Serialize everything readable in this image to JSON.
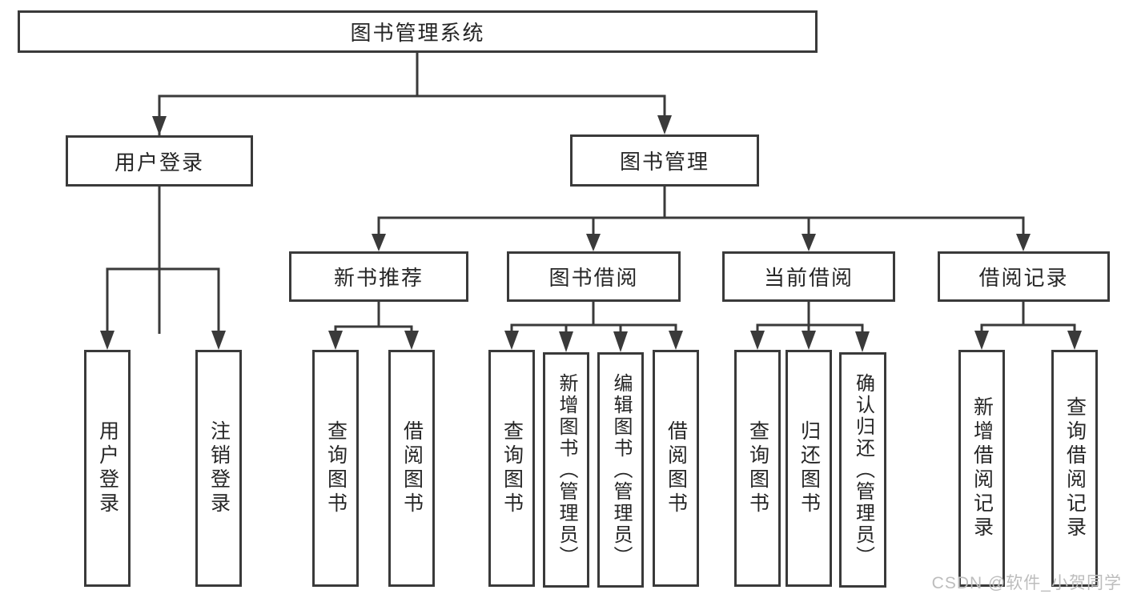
{
  "diagram_title": "图书管理系统",
  "nodes": {
    "root": "图书管理系统",
    "user_login": "用户登录",
    "book_mgmt": "图书管理",
    "login": "用户登录",
    "logout": "注销登录",
    "new_rec": "新书推荐",
    "borrow": "图书借阅",
    "current": "当前借阅",
    "record": "借阅记录",
    "nr_query": "查询图书",
    "nr_borrow": "借阅图书",
    "bw_query": "查询图书",
    "bw_add": "新增图书（管理员）",
    "bw_edit": "编辑图书（管理员）",
    "bw_borrow": "借阅图书",
    "cu_query": "查询图书",
    "cu_return": "归还图书",
    "cu_confirm": "确认归还（管理员）",
    "rc_add": "新增借阅记录",
    "rc_query": "查询借阅记录"
  },
  "hierarchy": {
    "图书管理系统": {
      "用户登录": [
        "用户登录",
        "注销登录"
      ],
      "图书管理": {
        "新书推荐": [
          "查询图书",
          "借阅图书"
        ],
        "图书借阅": [
          "查询图书",
          "新增图书（管理员）",
          "编辑图书（管理员）",
          "借阅图书"
        ],
        "当前借阅": [
          "查询图书",
          "归还图书",
          "确认归还（管理员）"
        ],
        "借阅记录": [
          "新增借阅记录",
          "查询借阅记录"
        ]
      }
    }
  },
  "watermark": "CSDN @软件_小贺同学",
  "colors": {
    "line": "#3a3a3a",
    "text": "#262626",
    "background": "#ffffff",
    "watermark": "#bdbdbd"
  }
}
